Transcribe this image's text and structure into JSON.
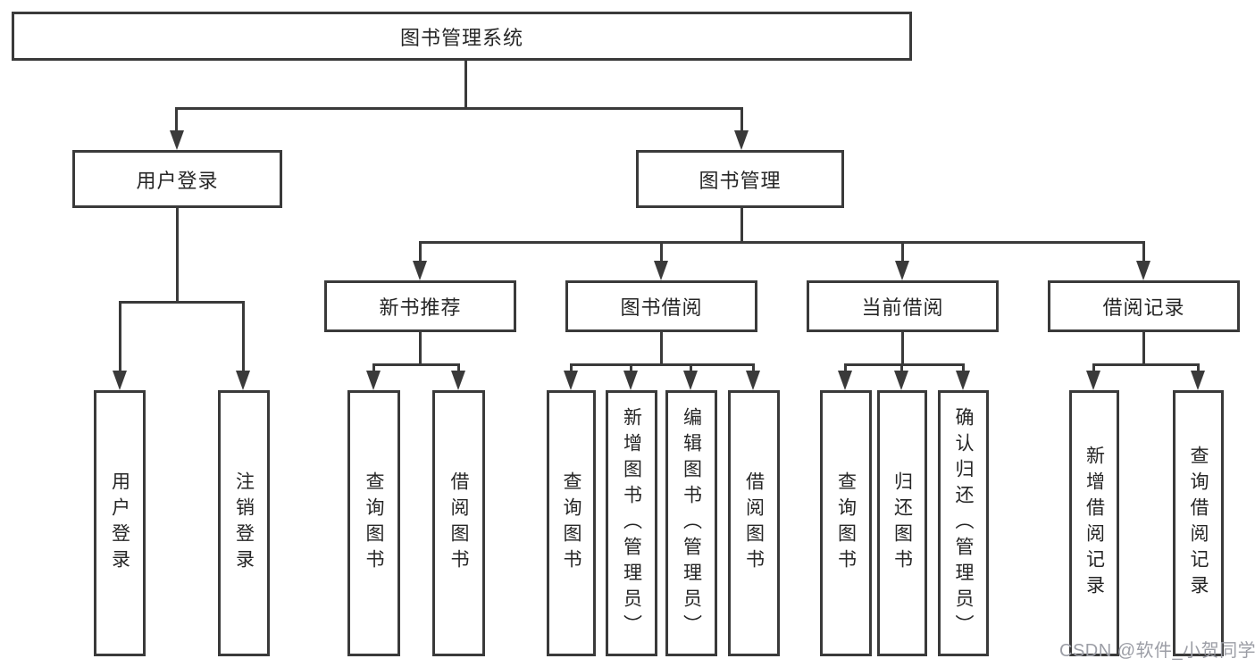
{
  "tree": {
    "root": "图书管理系统",
    "login": {
      "label": "用户登录",
      "children": [
        "用户登录",
        "注销登录"
      ]
    },
    "mgmt": {
      "label": "图书管理",
      "modules": [
        {
          "label": "新书推荐",
          "children": [
            "查询图书",
            "借阅图书"
          ]
        },
        {
          "label": "图书借阅",
          "children": [
            "查询图书",
            "新增图书（管理员）",
            "编辑图书（管理员）",
            "借阅图书"
          ]
        },
        {
          "label": "当前借阅",
          "children": [
            "查询图书",
            "归还图书",
            "确认归还（管理员）"
          ]
        },
        {
          "label": "借阅记录",
          "children": [
            "新增借阅记录",
            "查询借阅记录"
          ]
        }
      ]
    }
  },
  "watermark": {
    "text": "CSDN @软件_小贺同学"
  },
  "colors": {
    "line": "#3a3a3a",
    "ink": "#262626",
    "watermark": "#9c9ea6",
    "bg": "#ffffff"
  }
}
